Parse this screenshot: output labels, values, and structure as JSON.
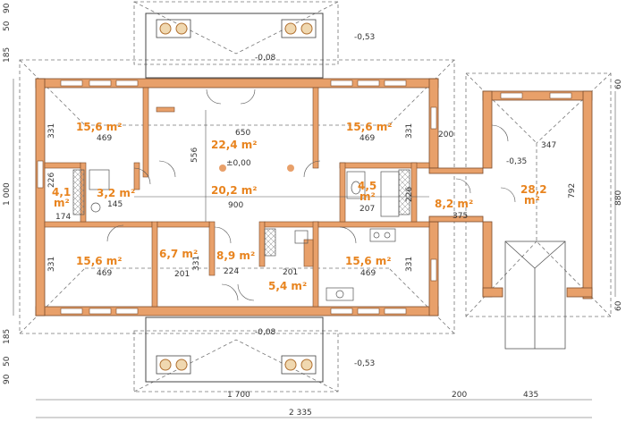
{
  "colors": {
    "wall": "#e8a06a",
    "wall_stroke": "#7a4a2a",
    "area_text": "#e8841f",
    "dim_text": "#333333",
    "roof_line": "#777777"
  },
  "rooms": {
    "bedroom_nw": {
      "area": "15,6 m²",
      "width": "469",
      "depth": "331"
    },
    "living": {
      "area": "22,4 m²",
      "width": "650",
      "depth": "556",
      "level": "±0,00"
    },
    "bedroom_ne": {
      "area": "15,6 m²",
      "width": "469",
      "depth": "331"
    },
    "hall": {
      "area": "20,2 m²",
      "width": "900"
    },
    "wc": {
      "area": "4,1",
      "unit": "m²",
      "width": "174",
      "depth": "226"
    },
    "bath_small": {
      "area": "3,2 m²",
      "width": "145"
    },
    "bath_main": {
      "area": "4,5",
      "unit": "m²",
      "width": "207",
      "depth": "226"
    },
    "vestibule": {
      "area": "8,2 m²",
      "width": "375",
      "length": "200"
    },
    "garage": {
      "area": "28,2",
      "unit": "m²",
      "width": "347",
      "depth": "792"
    },
    "bedroom_sw": {
      "area": "15,6 m²",
      "width": "469",
      "depth": "331"
    },
    "pantry": {
      "area": "6,7 m²",
      "width": "201",
      "depth": "331"
    },
    "entry": {
      "area": "8,9 m²",
      "width": "224"
    },
    "utility": {
      "area": "5,4 m²",
      "width": "201"
    },
    "kitchen": {
      "area": "15,6 m²",
      "width": "469",
      "depth": "331"
    }
  },
  "levels": {
    "top_terrace": "-0,53",
    "top_porch": "-0,08",
    "garage": "-0,35",
    "bottom_porch": "-0,08",
    "bottom_terrace": "-0,53"
  },
  "dimensions": {
    "bottom": {
      "house": "1 700",
      "link": "200",
      "garage": "435",
      "total": "2 335"
    },
    "left": {
      "top_a": "50",
      "top_b": "90",
      "porch_top": "185",
      "house": "1 000",
      "porch_bottom": "185",
      "bot_a": "90",
      "bot_b": "50"
    },
    "right": {
      "top": "60",
      "garage": "880",
      "bottom": "60"
    }
  }
}
